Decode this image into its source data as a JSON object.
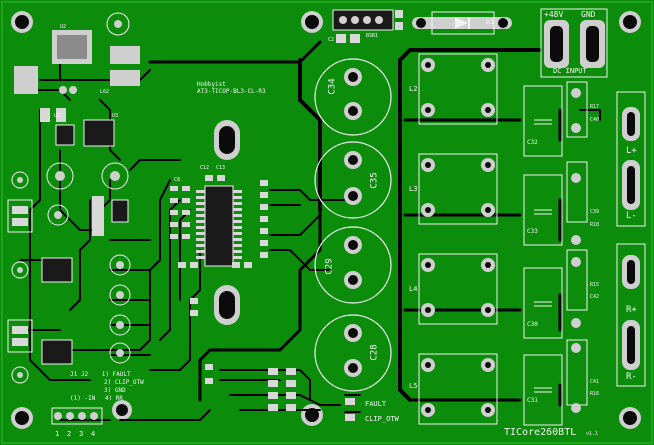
{
  "board": {
    "name": "TICore260BTL",
    "version": "v1.1",
    "header_line1": "Hobbyist",
    "header_line2": "AT3-TICOP-BL3-CL-R3"
  },
  "power": {
    "plus_label": "+48V",
    "gnd_label": "GND",
    "input_label": "DC INPUT"
  },
  "outputs": {
    "left_plus": "L+",
    "left_minus": "L-",
    "right_plus": "R+",
    "right_minus": "R-"
  },
  "status": {
    "fault": "FAULT",
    "clip": "CLIP_OTW"
  },
  "pin_header": {
    "rows": [
      [
        "J1",
        "J2",
        "1)",
        "FAULT"
      ],
      [
        "",
        "",
        "2)",
        "CLIP_OTW"
      ],
      [
        "",
        "",
        "3)",
        "GND"
      ],
      [
        "(1)",
        "-IN",
        "4)",
        "RR"
      ]
    ],
    "pins": [
      "1",
      "2",
      "3",
      "4"
    ]
  },
  "big_caps": [
    "C34",
    "C35",
    "C29",
    "C28"
  ],
  "inductors": [
    "L2",
    "L3",
    "L4",
    "L5"
  ],
  "cap_banks": [
    "C32",
    "C33",
    "C30",
    "C31"
  ],
  "diode": "D1",
  "small_labels": {
    "c40": "C40",
    "c41": "C41",
    "c39": "C39",
    "c42": "C42",
    "r17": "R17",
    "r18": "R18",
    "r15": "R15",
    "r16": "R16",
    "c2": "C2",
    "bsr1": "BSR1",
    "u1": "U1",
    "u2": "U2",
    "u3": "U3",
    "l62": "L62",
    "c8": "C8",
    "c12": "C12",
    "c13": "C13"
  },
  "colors": {
    "board": "#0b8c0b",
    "trace": "#000000",
    "silk": "#f2f2f2",
    "pad": "#d8d8d8"
  }
}
